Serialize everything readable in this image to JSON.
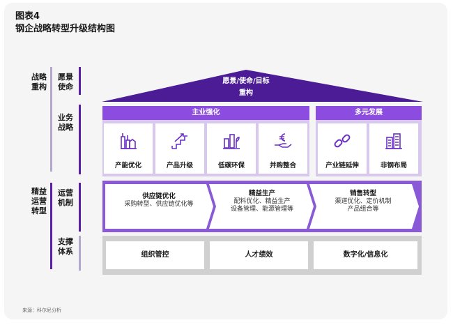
{
  "figure": {
    "number": "图表4",
    "title": "钢企战略转型升级结构图"
  },
  "left": {
    "strategy_restructure": "战略\n重构",
    "vision_mission": "愿景\n使命",
    "business_strategy": "业务\n战略",
    "lean_transform": "精益\n运营\n转型",
    "ops_mechanism": "运营\n机制",
    "support_system": "支撑\n体系"
  },
  "roof": {
    "line1": "愿景/使命/目标",
    "line2": "重构"
  },
  "groups": [
    {
      "title": "主业强化",
      "tiles": [
        {
          "label": "产能优化",
          "icon": "factory-icon"
        },
        {
          "label": "产品升级",
          "icon": "growth-stairs-icon"
        },
        {
          "label": "低碳环保",
          "icon": "eco-plant-icon"
        },
        {
          "label": "并购整合",
          "icon": "euro-hand-icon"
        }
      ]
    },
    {
      "title": "多元发展",
      "tiles": [
        {
          "label": "产业链延伸",
          "icon": "chain-link-icon"
        },
        {
          "label": "非钢布局",
          "icon": "buildings-icon"
        }
      ]
    }
  ],
  "operations": [
    {
      "title": "供应链优化",
      "lines": [
        "采购转型、供应链优化等"
      ]
    },
    {
      "title": "精益生产",
      "lines": [
        "配料优化、精益生产",
        "设备管理、能源管理等"
      ]
    },
    {
      "title": "销售转型",
      "lines": [
        "渠道优化、定价机制",
        "产品组合等"
      ]
    }
  ],
  "support": [
    "组织管控",
    "人才绩效",
    "数字化/信息化"
  ],
  "source": "来源：科尔尼分析",
  "colors": {
    "roof": "#4b1c96",
    "accent": "#8c4ce0",
    "lavender": "#d8c8ee",
    "ops_band": "#8a59d6",
    "support_band": "#d0d0d0"
  }
}
